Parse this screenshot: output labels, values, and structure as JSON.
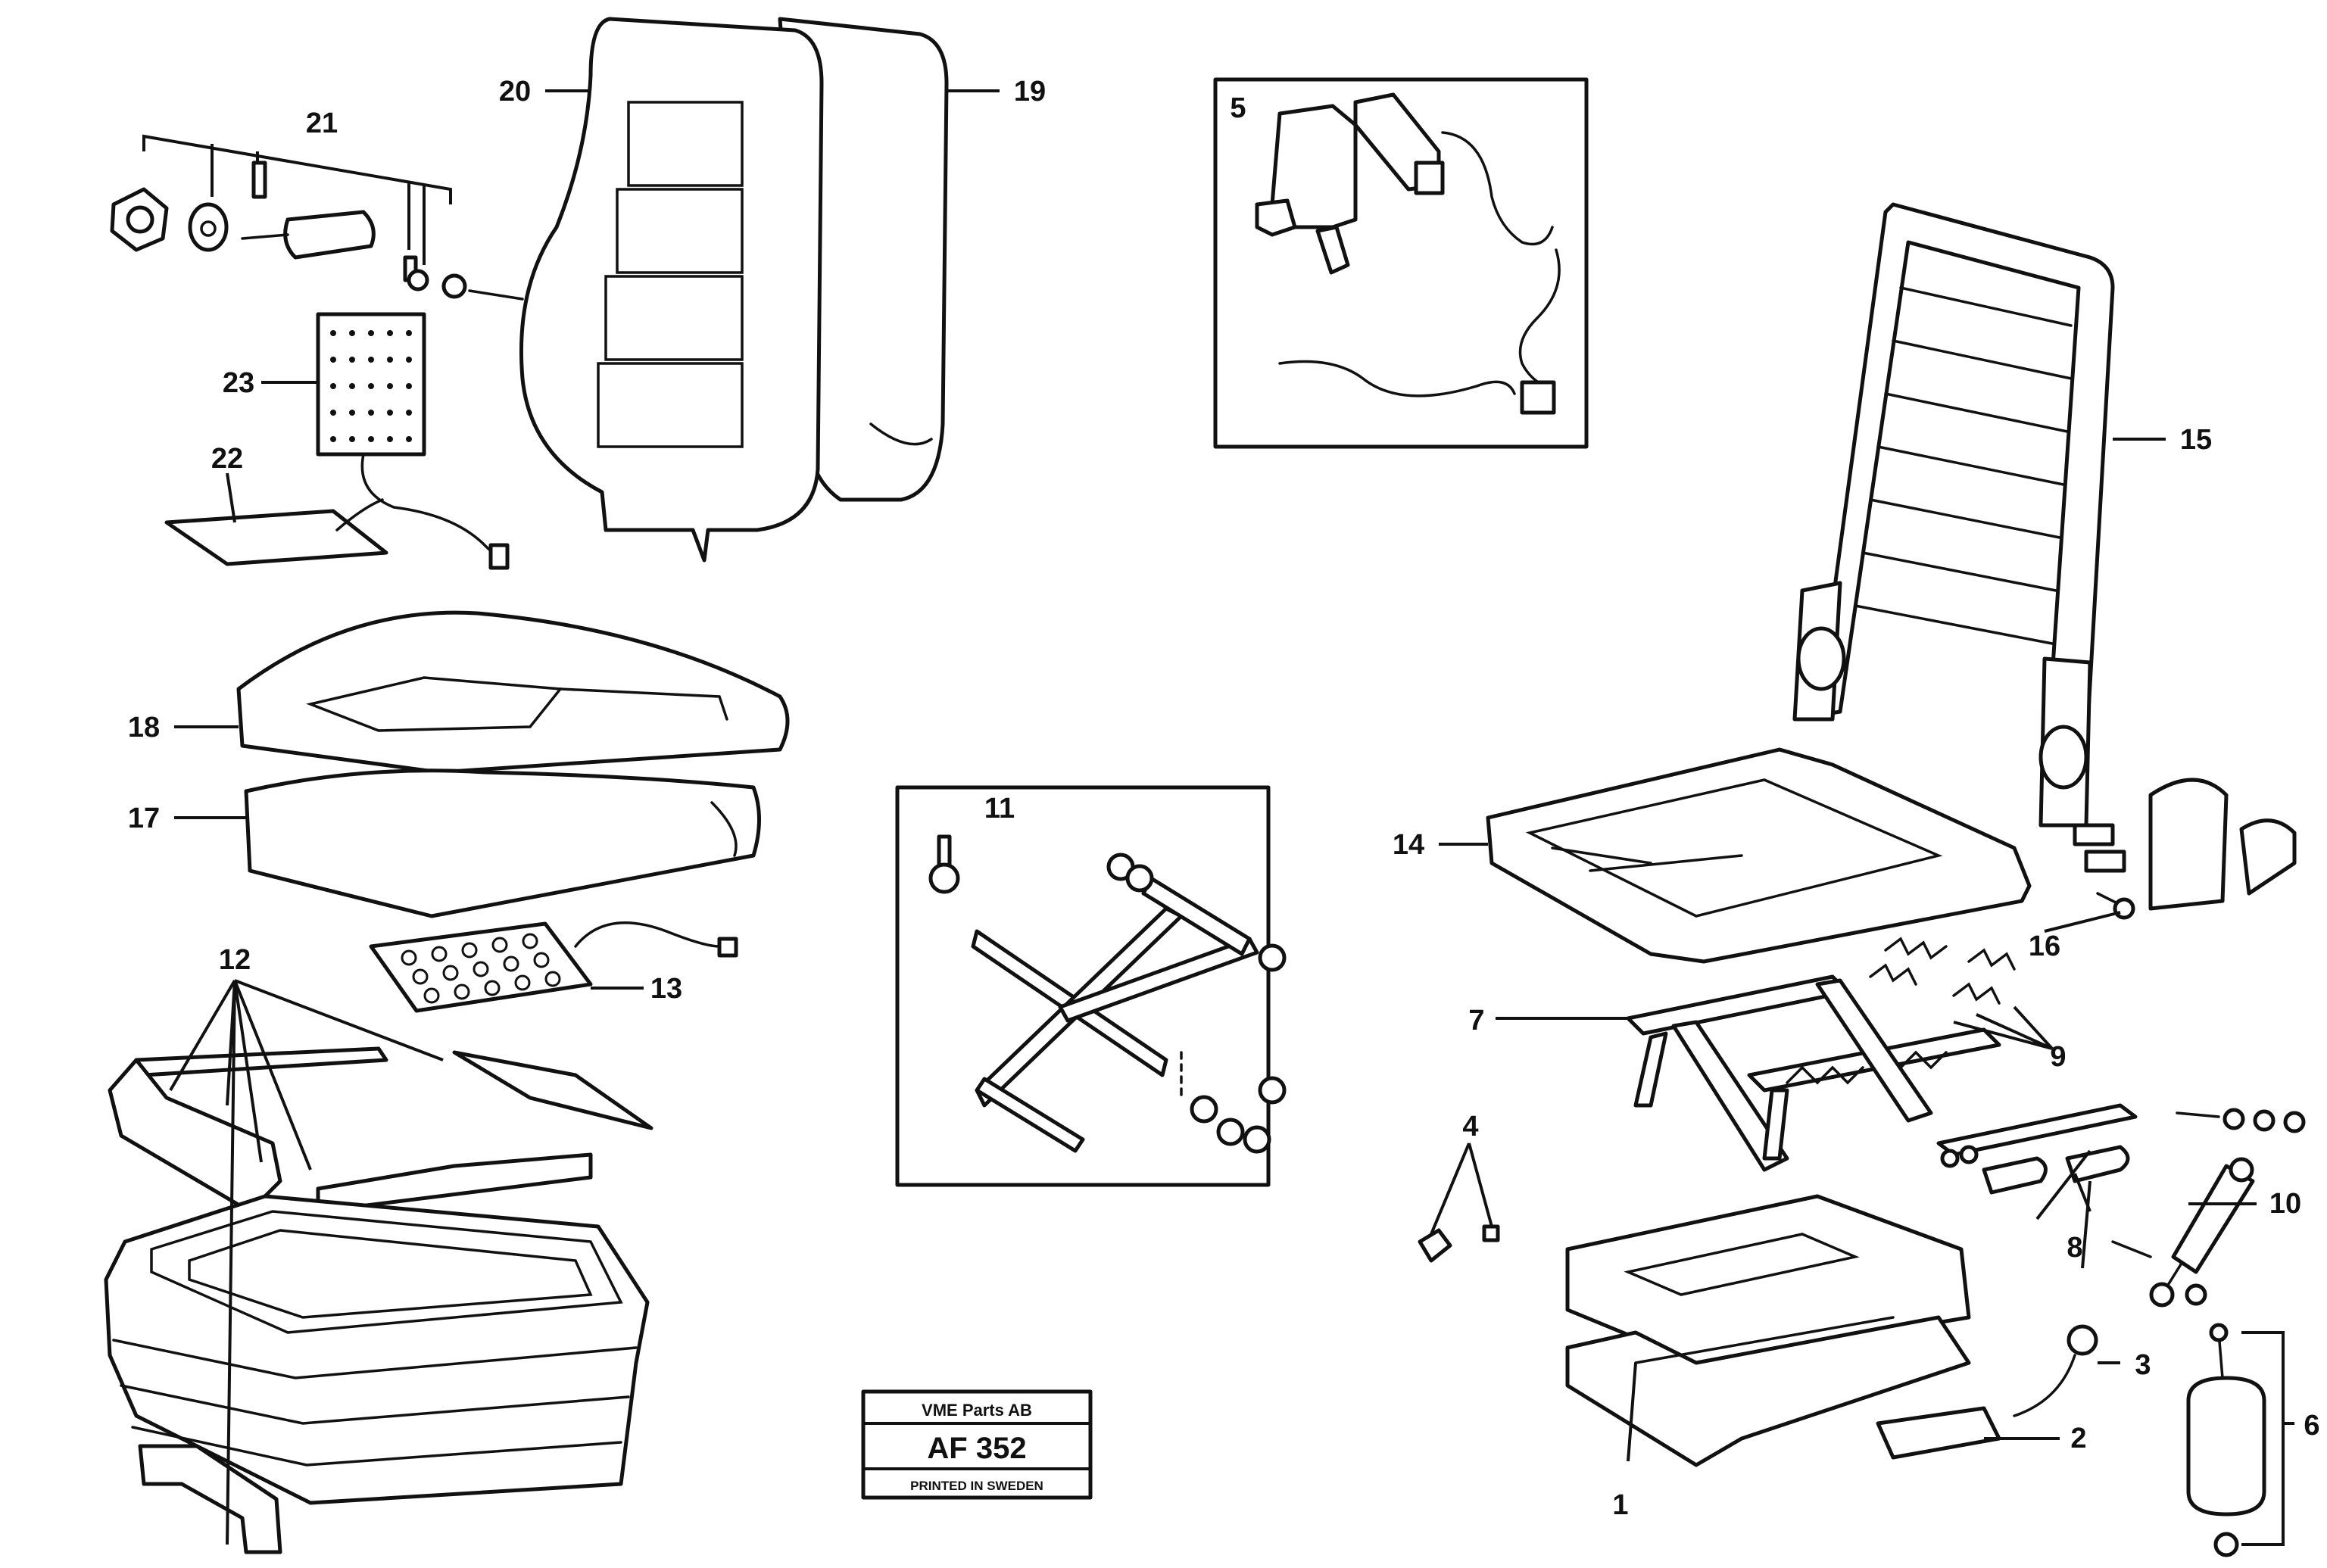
{
  "callouts": {
    "c1": "1",
    "c2": "2",
    "c3": "3",
    "c4": "4",
    "c5": "5",
    "c6": "6",
    "c7": "7",
    "c8": "8",
    "c9": "9",
    "c10": "10",
    "c11": "11",
    "c12": "12",
    "c13": "13",
    "c14": "14",
    "c15": "15",
    "c16": "16",
    "c17": "17",
    "c18": "18",
    "c19": "19",
    "c20": "20",
    "c21": "21",
    "c22": "22",
    "c23": "23"
  },
  "stamp": {
    "company": "VME Parts AB",
    "code": "AF 352",
    "printed": "PRINTED IN SWEDEN"
  }
}
